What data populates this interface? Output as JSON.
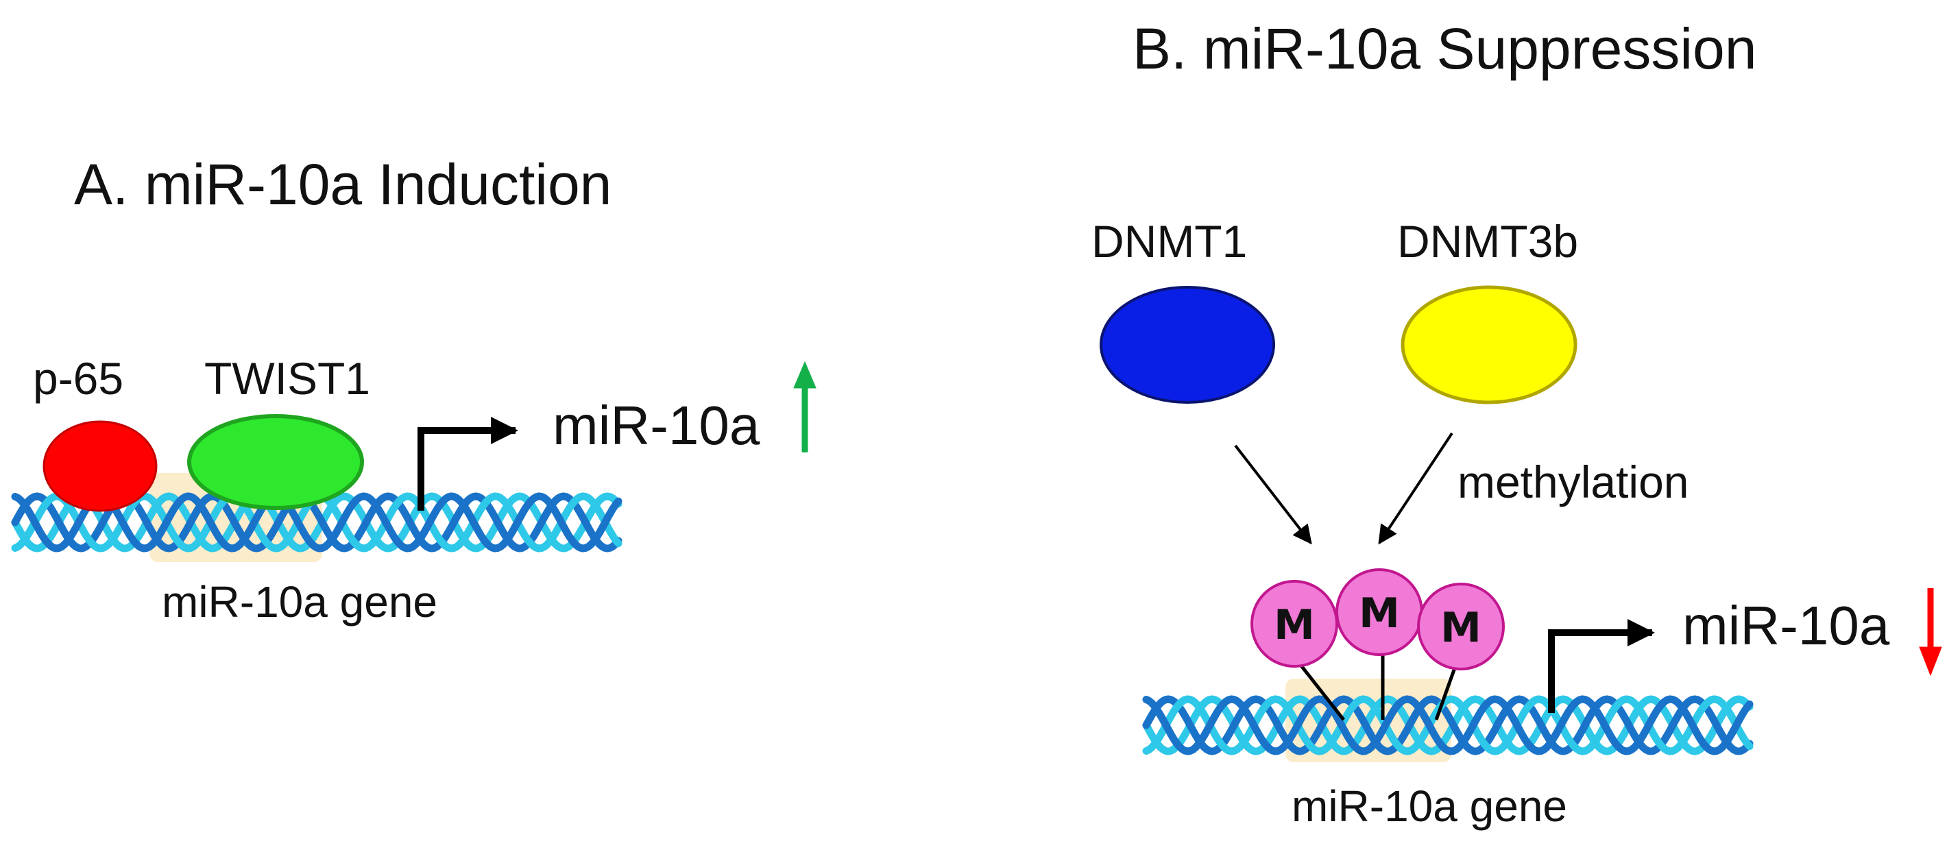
{
  "panel_a": {
    "title": "A. miR-10a Induction",
    "factors": {
      "p65": {
        "label": "p-65",
        "color": "#ff0000"
      },
      "twist1": {
        "label": "TWIST1",
        "color": "#2ee82e"
      }
    },
    "product_label": "miR-10a",
    "direction": "up",
    "direction_color": "#13b04a",
    "gene_label": "miR-10a gene"
  },
  "panel_b": {
    "title": "B. miR-10a Suppression",
    "enzymes": {
      "dnmt1": {
        "label": "DNMT1",
        "color": "#0a1fe6"
      },
      "dnmt3b": {
        "label": "DNMT3b",
        "color": "#ffff00"
      }
    },
    "process_label": "methylation",
    "methyl_marks": [
      "M",
      "M",
      "M"
    ],
    "methyl_color": "#f07ad6",
    "product_label": "miR-10a",
    "direction": "down",
    "direction_color": "#ff0000",
    "gene_label": "miR-10a gene"
  },
  "colors": {
    "dna_strand_dark": "#1a73c8",
    "dna_strand_light": "#2ec8e8",
    "gene_highlight": "#fbeccb"
  }
}
